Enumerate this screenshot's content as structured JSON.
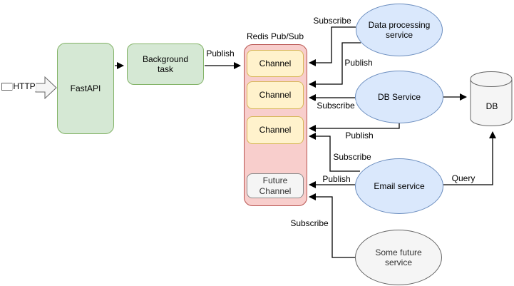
{
  "diagram": {
    "http": {
      "label": "HTTP"
    },
    "fastapi": {
      "label": "FastAPI"
    },
    "background_task": {
      "label": "Background task"
    },
    "redis": {
      "title": "Redis Pub/Sub",
      "channel1": "Channel",
      "channel2": "Channel",
      "channel3": "Channel",
      "future_channel": "Future Channel"
    },
    "services": {
      "data_processing": {
        "label": "Data processing service"
      },
      "db_service": {
        "label": "DB Service"
      },
      "email_service": {
        "label": "Email service"
      },
      "some_future": {
        "label": "Some future service"
      }
    },
    "db": {
      "label": "DB"
    },
    "edge_labels": {
      "bg_publish": "Publish",
      "dp_subscribe": "Subscribe",
      "dp_publish": "Publish",
      "dbs_subscribe": "Subscribe",
      "dbs_publish": "Publish",
      "email_subscribe": "Subscribe",
      "email_publish": "Publish",
      "future_subscribe": "Subscribe",
      "query": "Query"
    },
    "colors": {
      "green_fill": "#d5e8d4",
      "green_stroke": "#82b366",
      "yellow_fill": "#fff2cc",
      "yellow_stroke": "#d6b656",
      "red_fill": "#f8cecc",
      "red_stroke": "#b85450",
      "blue_fill": "#dae8fc",
      "blue_stroke": "#6c8ebf",
      "gray_fill": "#f5f5f5",
      "gray_stroke": "#666666",
      "edge_color": "#000000"
    }
  }
}
